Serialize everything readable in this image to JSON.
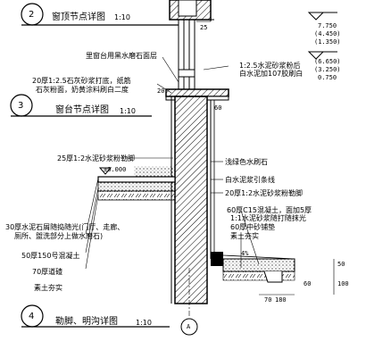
{
  "details": {
    "d2": {
      "number": "2",
      "title": "窗顶节点详图",
      "scale": "1:10"
    },
    "d3": {
      "number": "3",
      "title": "窗台节点详图",
      "scale": "1:10"
    },
    "d4": {
      "number": "4",
      "title": "勒脚、明沟详图",
      "scale": "1:10"
    }
  },
  "elevations": {
    "top": [
      "7.750",
      "(4.450)",
      "(1.350)"
    ],
    "mid": [
      "(6.650)",
      "(3.250)",
      "0.750"
    ],
    "ground": "±0.000"
  },
  "dimensions": {
    "d25": "25",
    "d60": "60",
    "d20": "20",
    "d50": "50",
    "d100": "100",
    "d70": "70",
    "d180": "180",
    "d60b": "60",
    "slope": "4%",
    "grid": "A"
  },
  "notes": {
    "sill_top": "里窗台用黑水磨石面层",
    "plaster_right_1": "1:2.5水泥砂浆粉后",
    "plaster_right_2": "白水泥加107胶刷白",
    "plaster_left_1": "20厚1:2.5石灰砂浆打底，纸筋",
    "plaster_left_2": "石灰粉面，奶黄涂料刷白二度",
    "skirting": "25厚1:2水泥砂浆粉勒脚",
    "paint": "浅绿色水刷石",
    "cement_line": "白水泥浆引条线",
    "plinth": "20厚1:2水泥砂浆粉勒脚",
    "ditch_1": "60厚C15混凝土，面加5厚",
    "ditch_2": "1:1水泥砂浆随打随抹光",
    "ditch_3": "60厚中砂铺垫",
    "ditch_4": "素土夯实",
    "floor_1": "30厚水泥石屑随捣随光(门厅、走廊、",
    "floor_2": "厕所、盥洗部分上做水磨石)",
    "floor_3": "50厚150号混凝土",
    "floor_4": "70厚道碴",
    "floor_5": "素土夯实"
  },
  "colors": {
    "line": "#000000",
    "hatch": "#000000",
    "background": "#ffffff"
  }
}
